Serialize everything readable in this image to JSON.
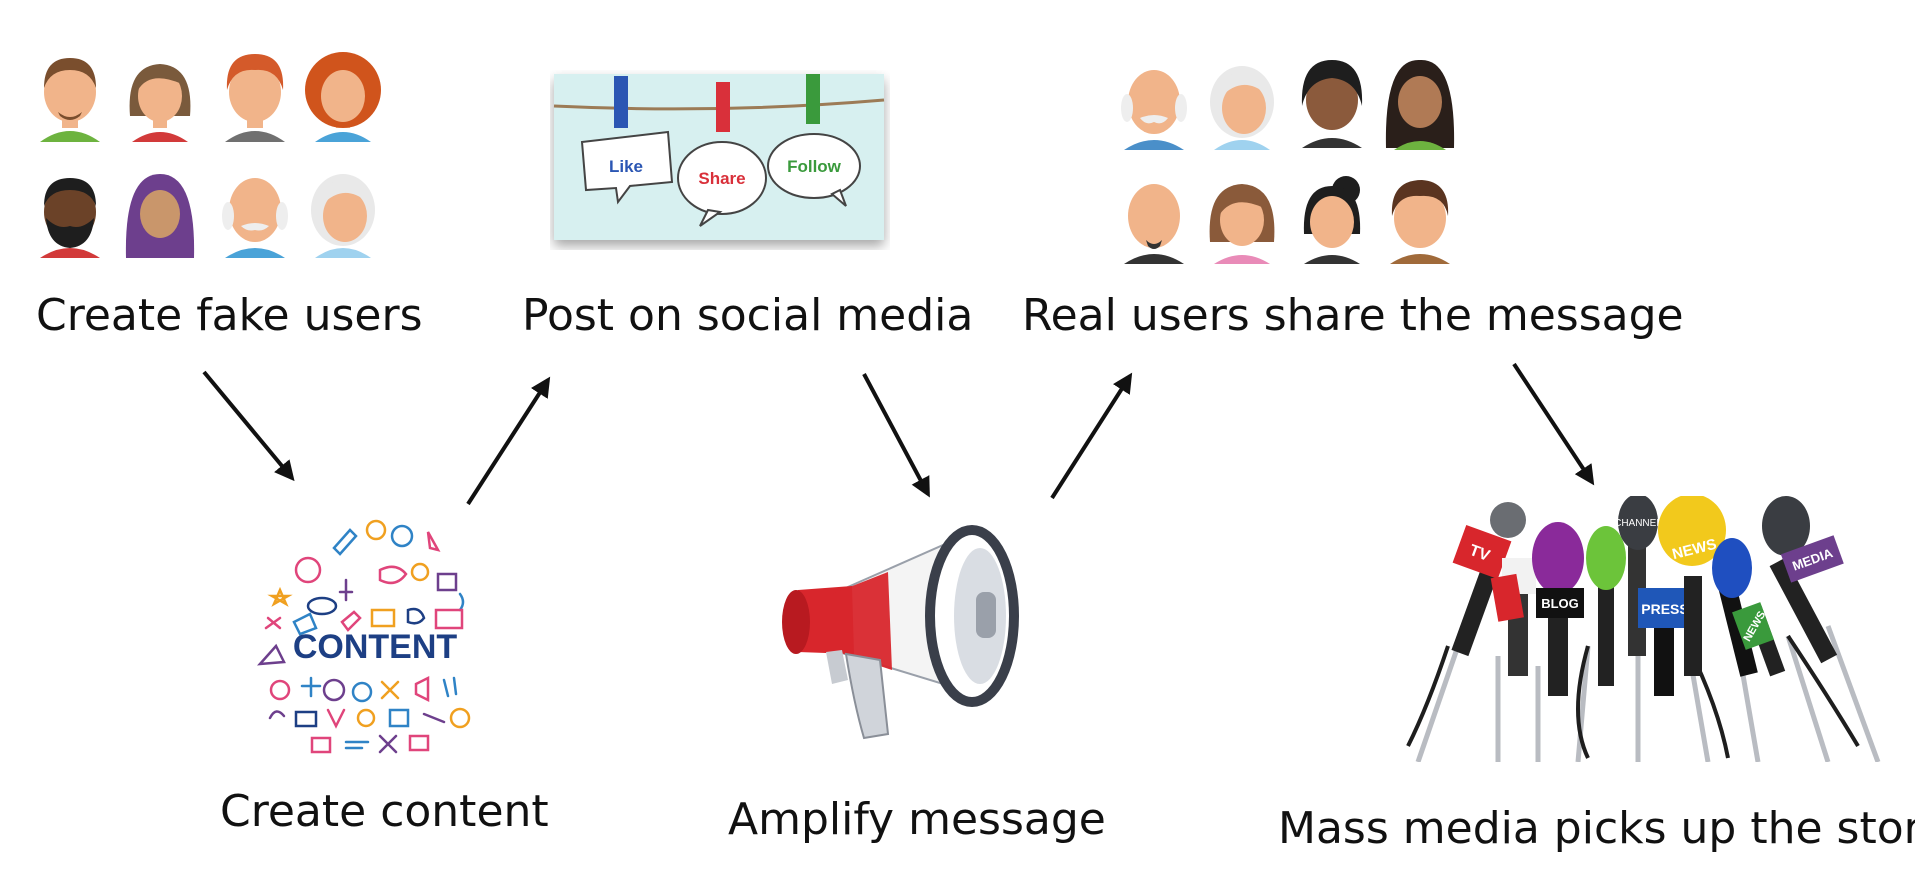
{
  "steps": [
    {
      "id": "fake-users",
      "label": "Create fake users"
    },
    {
      "id": "create-content",
      "label": "Create content"
    },
    {
      "id": "post-social",
      "label": "Post on social media"
    },
    {
      "id": "amplify",
      "label": "Amplify message"
    },
    {
      "id": "real-users",
      "label": "Real users share the message"
    },
    {
      "id": "mass-media",
      "label": "Mass media picks up the story"
    }
  ],
  "social_tags": {
    "like": "Like",
    "share": "Share",
    "follow": "Follow"
  },
  "content_word": "CONTENT",
  "mic_flags": {
    "tv": "TV",
    "blog": "BLOG",
    "news": "NEWS",
    "press": "PRESS",
    "media": "MEDIA",
    "channel": "CHANNEL",
    "news2": "NEWS"
  },
  "colors": {
    "arrow": "#111111",
    "like": "#2b56b3",
    "share": "#d9303a",
    "follow": "#3a9a3c",
    "megaphone_red": "#d8262c"
  },
  "icons": [
    "avatar-icon",
    "clothespin-icon",
    "content-icon",
    "megaphone-icon",
    "microphone-icon",
    "arrow-icon"
  ]
}
